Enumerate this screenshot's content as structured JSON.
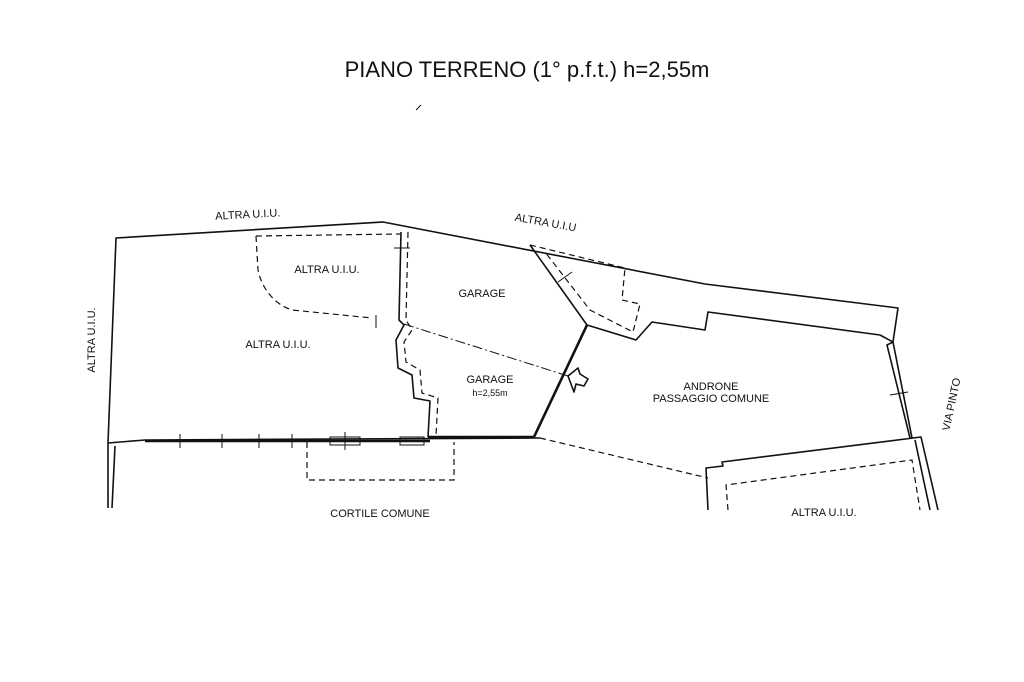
{
  "title": "PIANO TERRENO (1° p.f.t.) h=2,55m",
  "labels": {
    "altra_top_left": "ALTRA U.I.U.",
    "altra_top_right": "ALTRA U.I.U",
    "altra_left_vertical": "ALTRA U.I.U.",
    "altra_inner_top": "ALTRA U.I.U.",
    "altra_inner_main": "ALTRA U.I.U.",
    "garage_1": "GARAGE",
    "garage_2": "GARAGE",
    "garage_2_height": "h=2,55m",
    "androne_1": "ANDRONE",
    "androne_2": "PASSAGGIO COMUNE",
    "via_pinto": "VIA PINTO",
    "cortile": "CORTILE COMUNE",
    "altra_bottom_right": "ALTRA U.I.U."
  }
}
